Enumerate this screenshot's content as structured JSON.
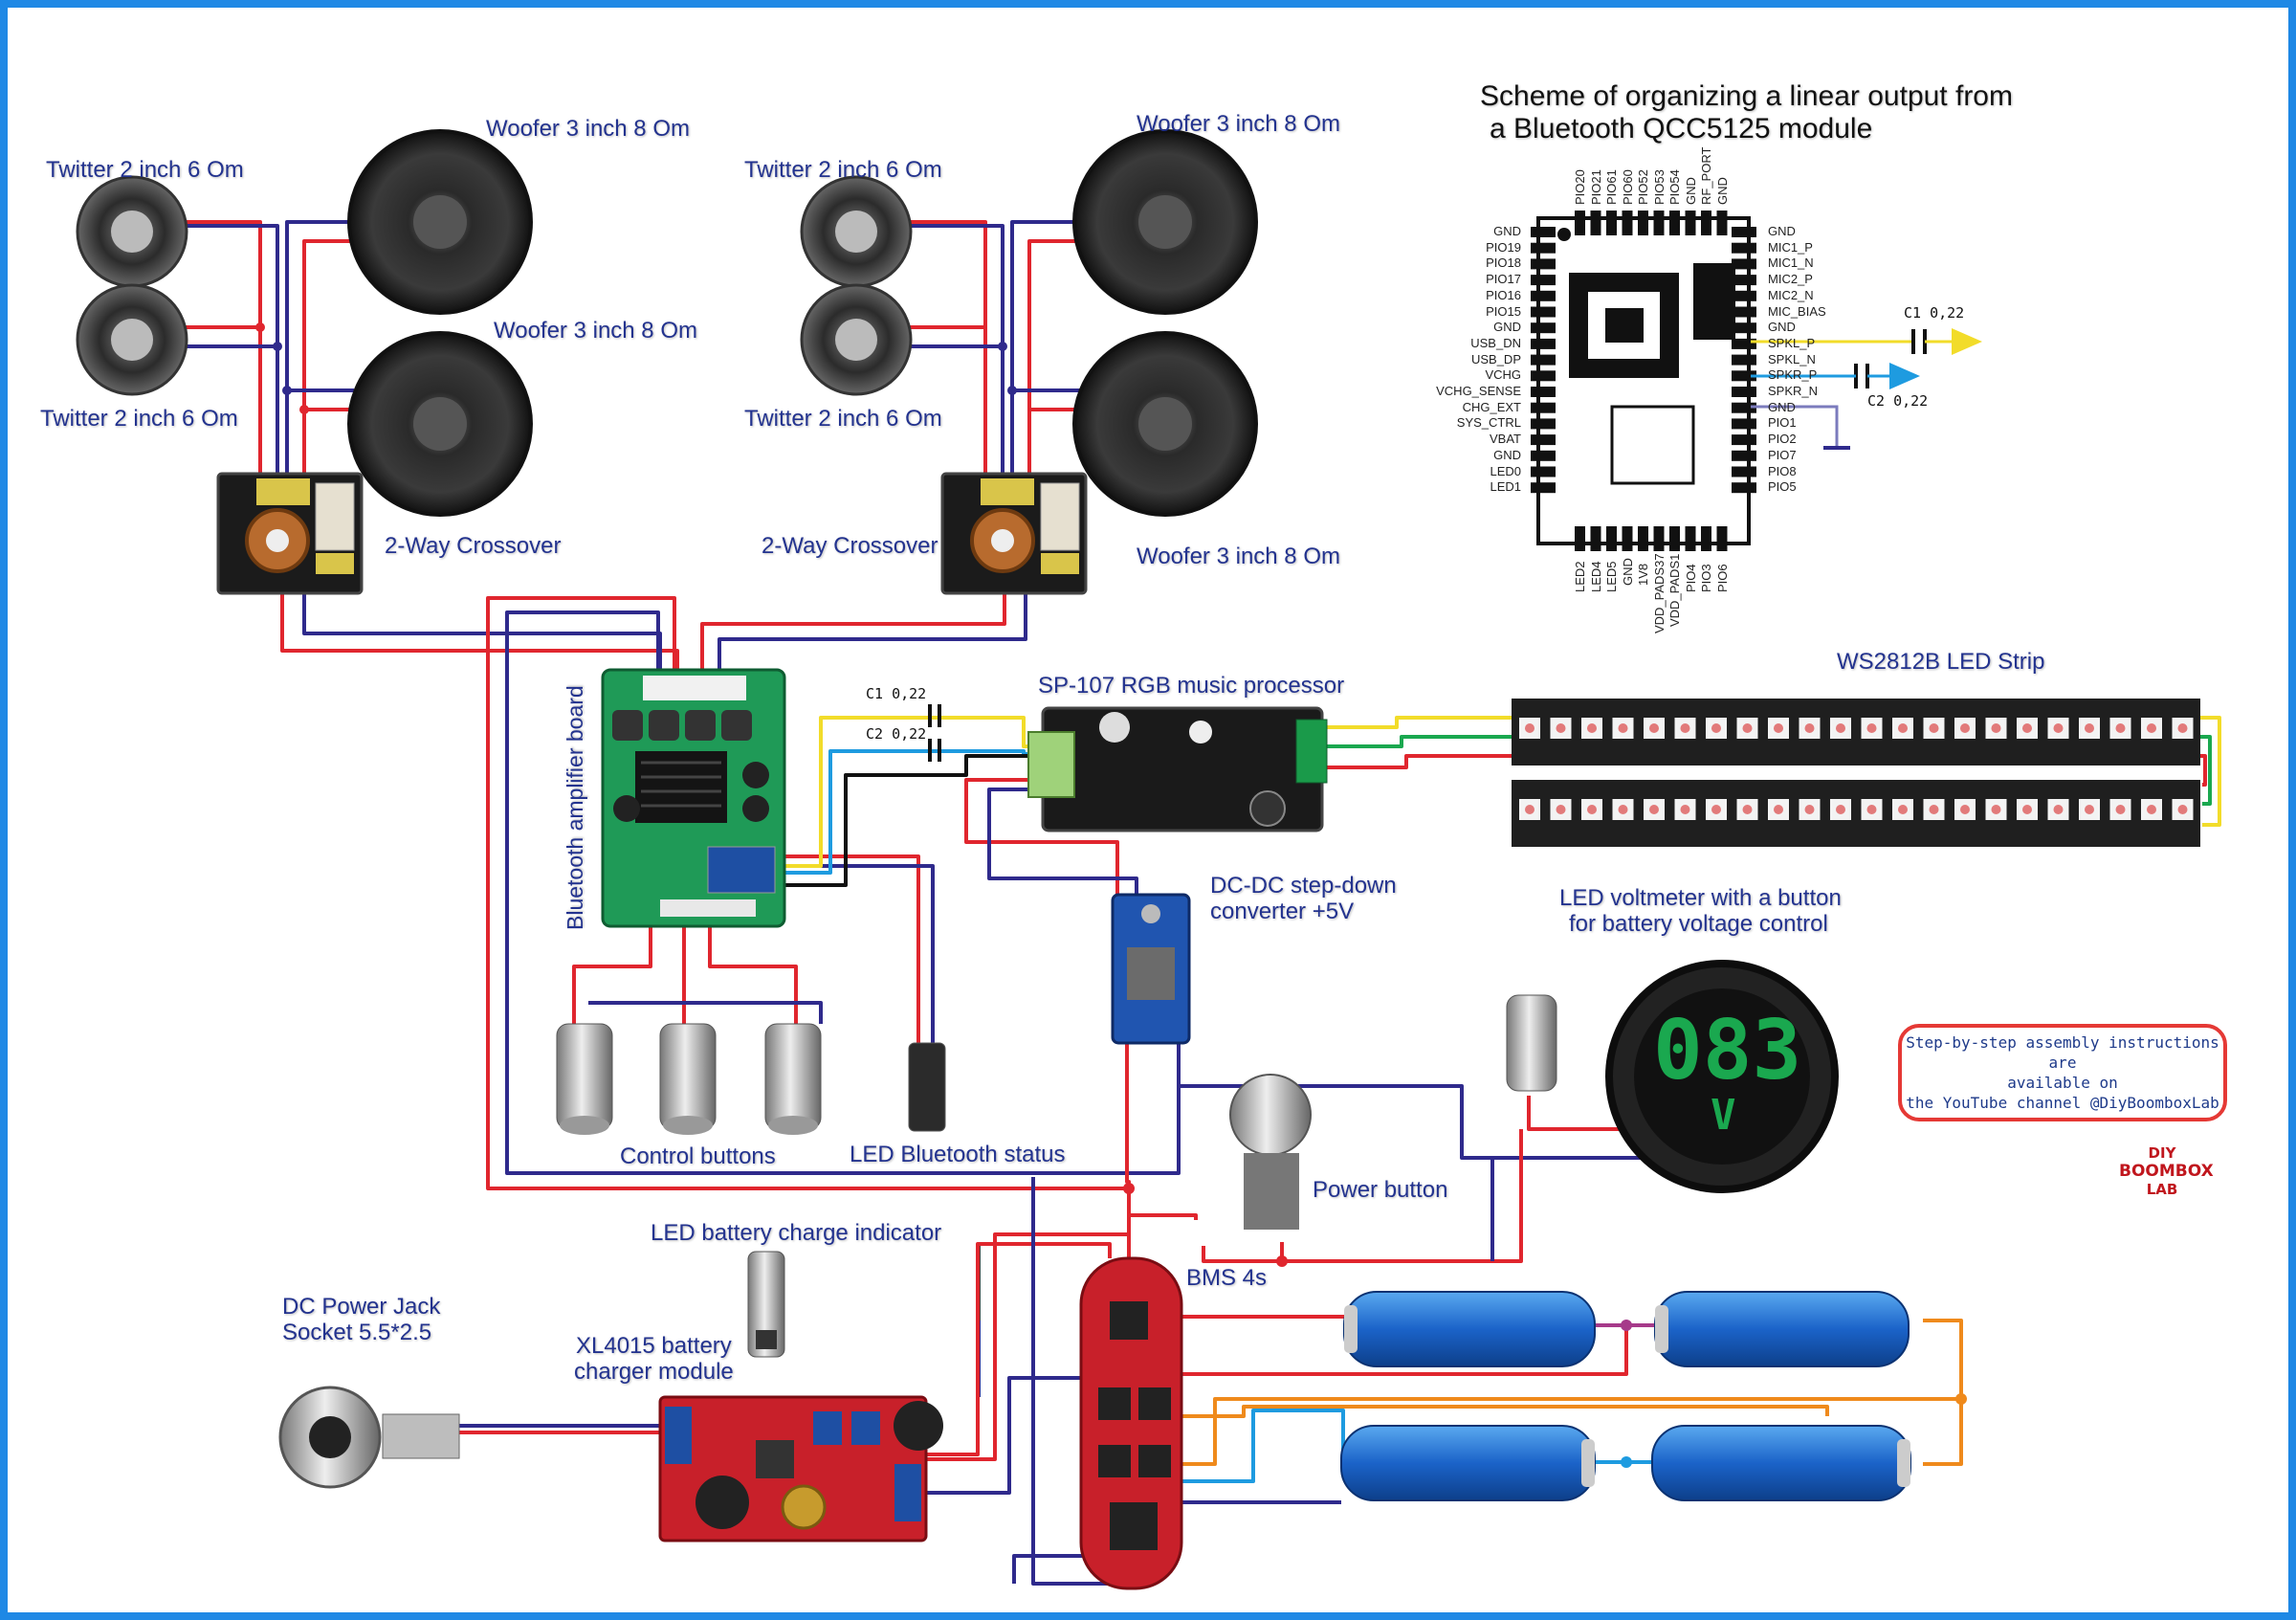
{
  "scheme": {
    "title_line1": "Scheme of organizing a linear output from",
    "title_line2": "a Bluetooth QCC5125 module",
    "pins_top": [
      "PIO20",
      "PIO21",
      "PIO61",
      "PIO60",
      "PIO52",
      "PIO53",
      "PIO54",
      "GND",
      "RF_PORT",
      "GND"
    ],
    "pins_left": [
      "GND",
      "PIO19",
      "PIO18",
      "PIO17",
      "PIO16",
      "PIO15",
      "GND",
      "USB_DN",
      "USB_DP",
      "VCHG",
      "VCHG_SENSE",
      "CHG_EXT",
      "SYS_CTRL",
      "VBAT",
      "GND",
      "LED0",
      "LED1"
    ],
    "pins_right": [
      "GND",
      "MIC1_P",
      "MIC1_N",
      "MIC2_P",
      "MIC2_N",
      "MIC_BIAS",
      "GND",
      "SPKL_P",
      "SPKL_N",
      "SPKR_P",
      "SPKR_N",
      "GND",
      "PIO1",
      "PIO2",
      "PIO7",
      "PIO8",
      "PIO5"
    ],
    "pins_bottom": [
      "LED2",
      "LED4",
      "LED5",
      "GND",
      "1V8",
      "VDD_PADS37",
      "VDD_PADS1",
      "PIO4",
      "PIO3",
      "PIO6"
    ],
    "c1_label": "C1 0,22",
    "c2_label": "C2 0,22"
  },
  "labels": {
    "tw1": "Twitter 2 inch 6 Om",
    "tw2": "Twitter 2 inch 6 Om",
    "tw3": "Twitter 2 inch 6 Om",
    "tw4": "Twitter 2 inch 6 Om",
    "wf1": "Woofer 3 inch 8 Om",
    "wf2": "Woofer 3 inch 8 Om",
    "wf3": "Woofer 3 inch 8 Om",
    "wf4": "Woofer 3 inch 8 Om",
    "xo1": "2-Way Crossover",
    "xo2": "2-Way Crossover",
    "amp": "Bluetooth amplifier board",
    "sp107": "SP-107 RGB music processor",
    "led_strip": "WS2812B LED Strip",
    "dcdc_1": "DC-DC step-down",
    "dcdc_2": "converter +5V",
    "volt_1": "LED voltmeter with a button",
    "volt_2": "for battery voltage control",
    "ctrl_btn": "Control buttons",
    "led_bt": "LED Bluetooth status",
    "power_btn": "Power button",
    "led_chg": "LED battery charge indicator",
    "bms": "BMS 4s",
    "dc_jack_1": "DC Power Jack",
    "dc_jack_2": "Socket 5.5*2.5",
    "xl_1": "XL4015 battery",
    "xl_2": "charger module",
    "cap1": "C1 0,22",
    "cap2": "C2 0,22"
  },
  "voltmeter_display": {
    "digits": "083",
    "unit": "V"
  },
  "note": {
    "line1": "Step-by-step assembly instructions are",
    "line2": "available on",
    "line3": "the YouTube channel @DiyBoomboxLab"
  },
  "logo": {
    "l1": "DIY",
    "l2": "BOOMBOX",
    "l3": "LAB"
  },
  "colors": {
    "red": "#e0262e",
    "navy": "#2f2a8c",
    "yellow": "#f2dc2a",
    "lightblue": "#1e9be0",
    "green": "#1aa84f",
    "orange": "#ef8a1c",
    "frame": "#1e88e5"
  }
}
